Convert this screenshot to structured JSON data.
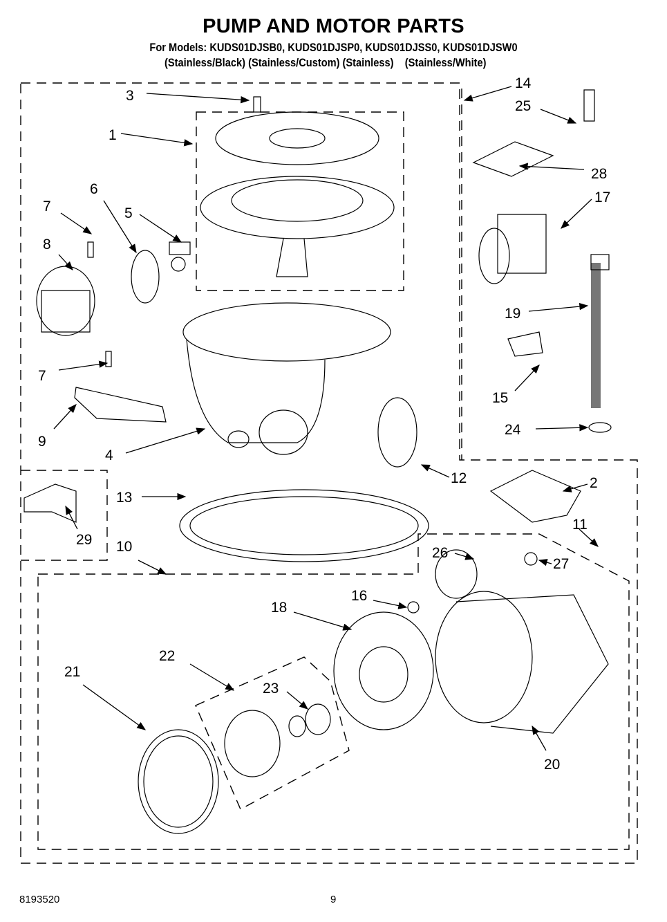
{
  "header": {
    "title": "PUMP AND MOTOR PARTS",
    "models_line": "For Models: KUDS01DJSB0, KUDS01DJSP0, KUDS01DJSS0, KUDS01DJSW0",
    "colors_line": "(Stainless/Black) (Stainless/Custom) (Stainless)    (Stainless/White)"
  },
  "callouts": [
    {
      "id": "3",
      "text": "3"
    },
    {
      "id": "1",
      "text": "1"
    },
    {
      "id": "6",
      "text": "6"
    },
    {
      "id": "7a",
      "text": "7"
    },
    {
      "id": "5",
      "text": "5"
    },
    {
      "id": "8",
      "text": "8"
    },
    {
      "id": "7b",
      "text": "7"
    },
    {
      "id": "9",
      "text": "9"
    },
    {
      "id": "4",
      "text": "4"
    },
    {
      "id": "14",
      "text": "14"
    },
    {
      "id": "25",
      "text": "25"
    },
    {
      "id": "28",
      "text": "28"
    },
    {
      "id": "17",
      "text": "17"
    },
    {
      "id": "19",
      "text": "19"
    },
    {
      "id": "15",
      "text": "15"
    },
    {
      "id": "24",
      "text": "24"
    },
    {
      "id": "12",
      "text": "12"
    },
    {
      "id": "2",
      "text": "2"
    },
    {
      "id": "13",
      "text": "13"
    },
    {
      "id": "29",
      "text": "29"
    },
    {
      "id": "10",
      "text": "10"
    },
    {
      "id": "11",
      "text": "11"
    },
    {
      "id": "26",
      "text": "26"
    },
    {
      "id": "27",
      "text": "27"
    },
    {
      "id": "16",
      "text": "16"
    },
    {
      "id": "18",
      "text": "18"
    },
    {
      "id": "22",
      "text": "22"
    },
    {
      "id": "21",
      "text": "21"
    },
    {
      "id": "23",
      "text": "23"
    },
    {
      "id": "20",
      "text": "20"
    }
  ],
  "footer": {
    "doc_number": "8193520",
    "page_number": "9"
  }
}
